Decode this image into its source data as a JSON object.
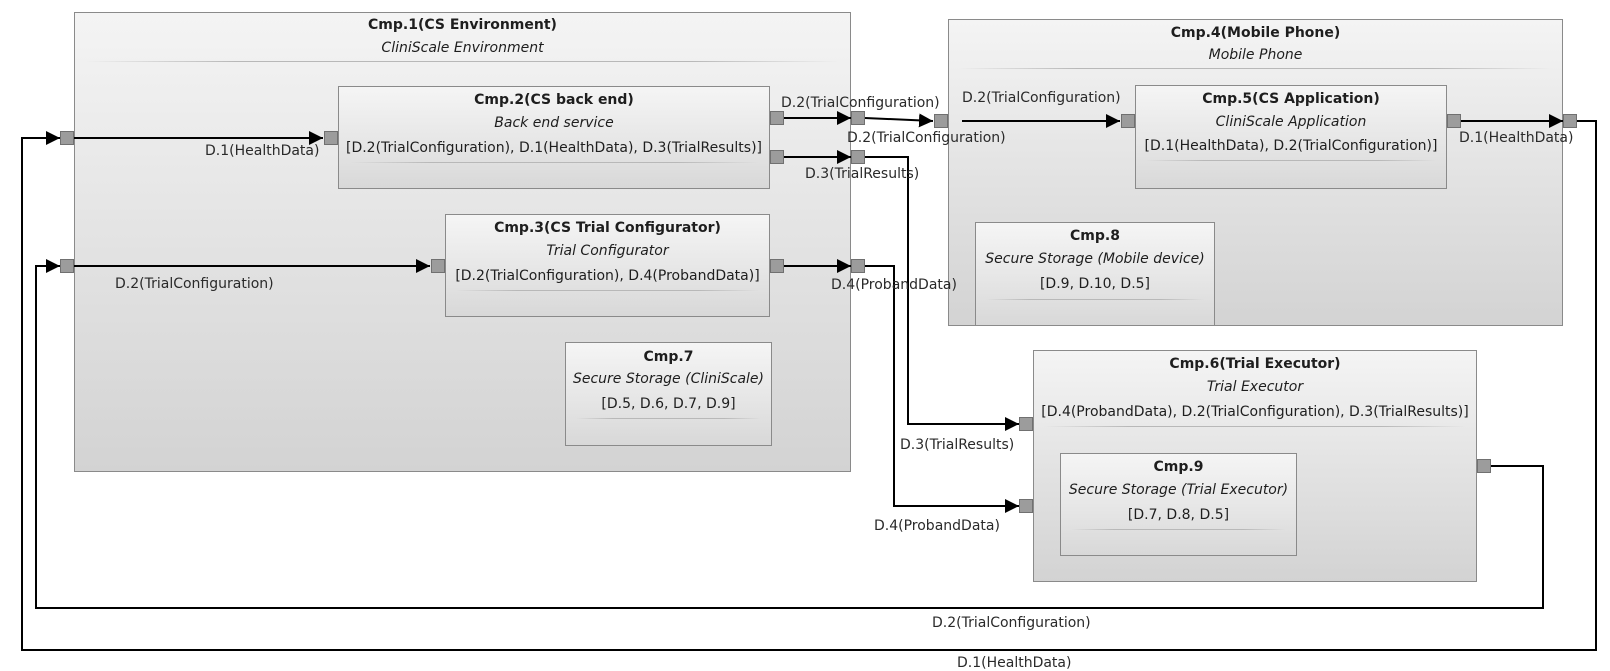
{
  "components": {
    "cmp1": {
      "title": "Cmp.1(CS Environment)",
      "subtitle": "CliniScale Environment"
    },
    "cmp2": {
      "title": "Cmp.2(CS back end)",
      "subtitle": "Back end service",
      "items": "[D.2(TrialConfiguration), D.1(HealthData), D.3(TrialResults)]"
    },
    "cmp3": {
      "title": "Cmp.3(CS Trial Configurator)",
      "subtitle": "Trial Configurator",
      "items": "[D.2(TrialConfiguration), D.4(ProbandData)]"
    },
    "cmp7": {
      "title": "Cmp.7",
      "subtitle": "Secure Storage (CliniScale)",
      "items": "[D.5, D.6, D.7, D.9]"
    },
    "cmp4": {
      "title": "Cmp.4(Mobile Phone)",
      "subtitle": "Mobile Phone"
    },
    "cmp5": {
      "title": "Cmp.5(CS Application)",
      "subtitle": "CliniScale Application",
      "items": "[D.1(HealthData), D.2(TrialConfiguration)]"
    },
    "cmp8": {
      "title": "Cmp.8",
      "subtitle": "Secure Storage (Mobile device)",
      "items": "[D.9, D.10, D.5]"
    },
    "cmp6": {
      "title": "Cmp.6(Trial Executor)",
      "subtitle": "Trial Executor",
      "items": "[D.4(ProbandData), D.2(TrialConfiguration), D.3(TrialResults)]"
    },
    "cmp9": {
      "title": "Cmp.9",
      "subtitle": "Secure Storage (Trial Executor)",
      "items": "[D.7, D.8, D.5]"
    }
  },
  "flows": {
    "f1": "D.1(HealthData)",
    "f2": "D.2(TrialConfiguration)",
    "f3": "D.2(TrialConfiguration)",
    "f4": "D.2(TrialConfiguration)",
    "f5": "D.2(TrialConfiguration)",
    "f6": "D.3(TrialResults)",
    "f7": "D.4(ProbandData)",
    "f8": "D.1(HealthData)",
    "f9": "D.3(TrialResults)",
    "f10": "D.4(ProbandData)",
    "f11": "D.2(TrialConfiguration)",
    "f12": "D.1(HealthData)"
  },
  "colors": {
    "wire": "#000000",
    "port": "#9c9c9c",
    "box_border": "#8a8a8a"
  }
}
